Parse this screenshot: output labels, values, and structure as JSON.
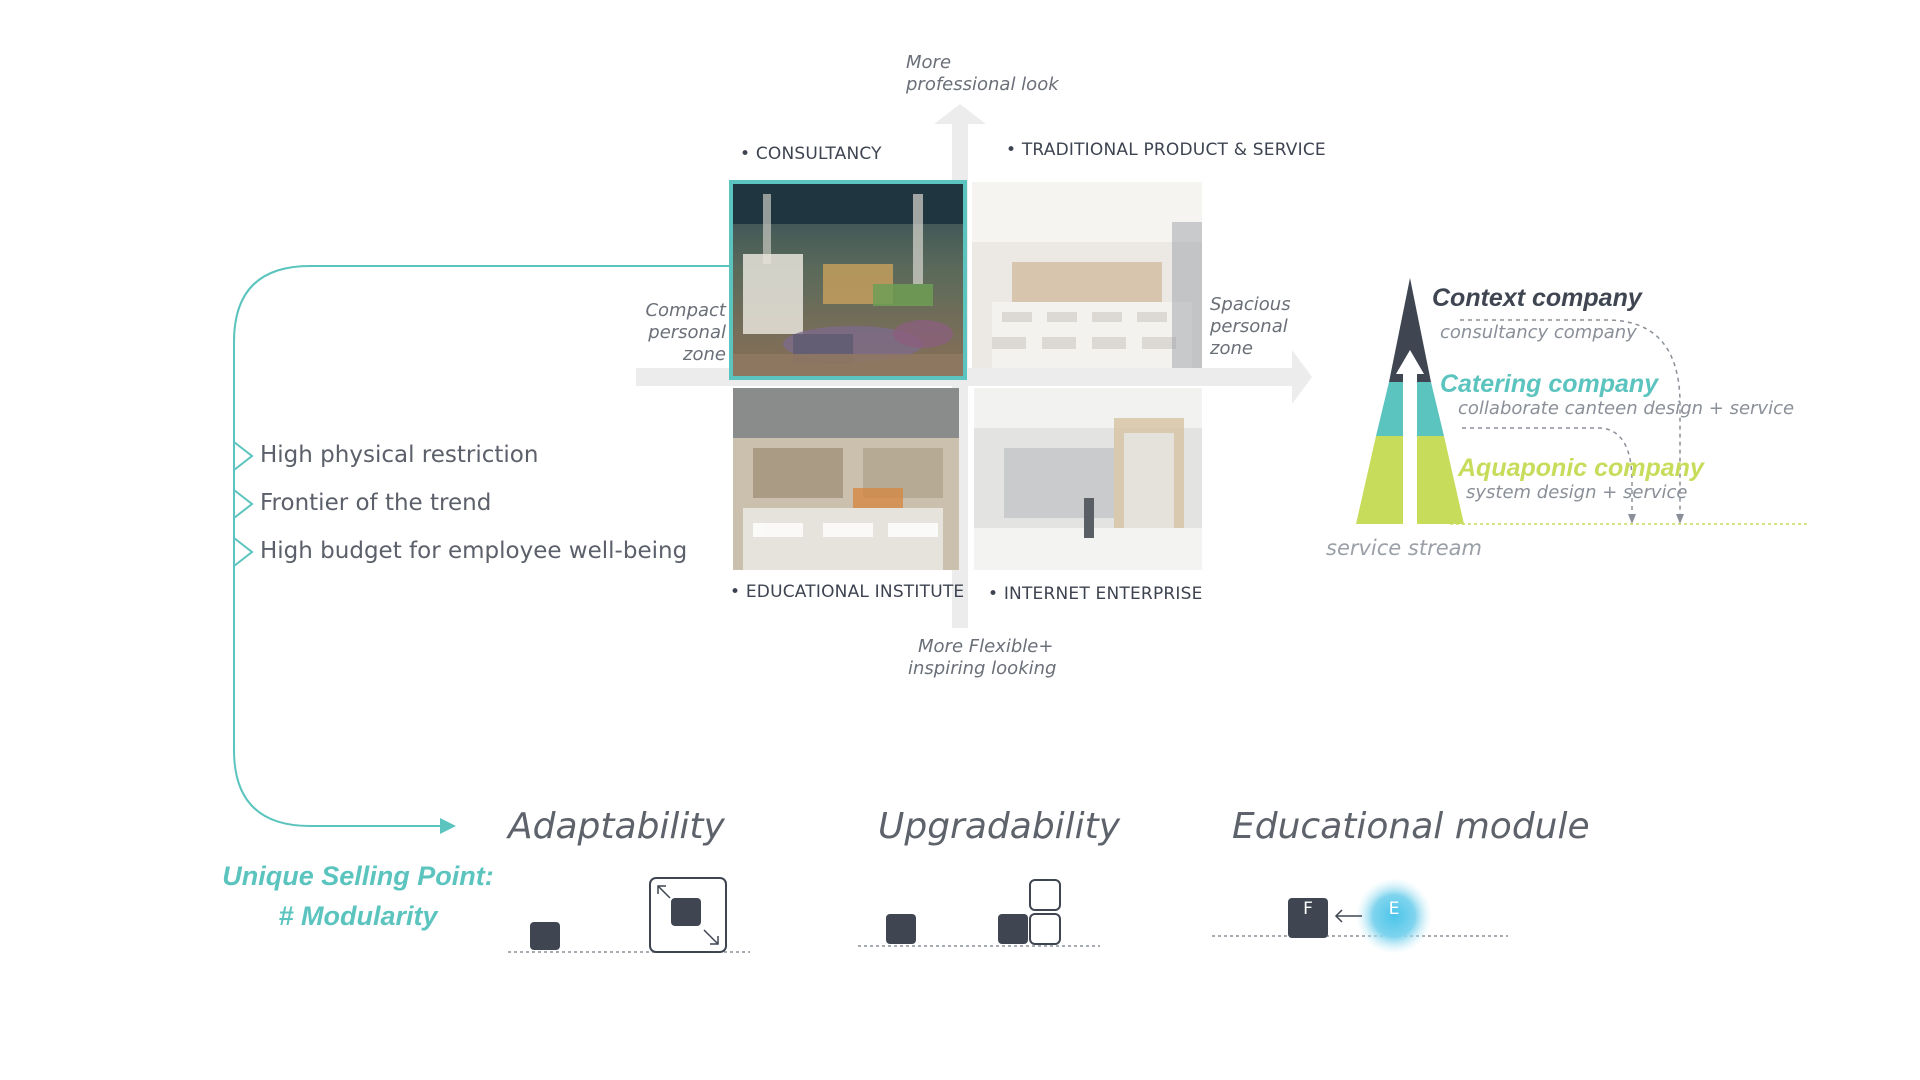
{
  "axes": {
    "top": [
      "More",
      "professional look"
    ],
    "bottom": [
      "More Flexible+",
      "inspiring  looking"
    ],
    "left": [
      "Compact",
      "personal",
      "zone"
    ],
    "right": [
      "Spacious",
      "personal",
      "zone"
    ]
  },
  "quadrants": {
    "top_left": "• CONSULTANCY",
    "top_right": "• TRADITIONAL PRODUCT & SERVICE",
    "bottom_left": "• EDUCATIONAL INSTITUTE",
    "bottom_right": "• INTERNET ENTERPRISE"
  },
  "features": [
    "High physical restriction",
    "Frontier of the trend",
    "High budget for employee well-being"
  ],
  "usp": {
    "line1": "Unique Selling Point:",
    "line2": "# Modularity"
  },
  "modules": {
    "adaptability": "Adaptability",
    "upgradability": "Upgradability",
    "educational": "Educational module",
    "f_label": "F",
    "e_label": "E"
  },
  "pyramid": {
    "levels": [
      {
        "title": "Context company",
        "subtitle": "consultancy company",
        "color": "#3f4652"
      },
      {
        "title": "Catering company",
        "subtitle": "collaborate canteen design + service",
        "color": "#5bc4be"
      },
      {
        "title": "Aquaponic company",
        "subtitle": "system design + service",
        "color": "#c8dc5c"
      }
    ],
    "stream_label": "service stream"
  },
  "colors": {
    "teal": "#5bc4be",
    "dark": "#3f4652",
    "lime": "#c8dc5c",
    "axis": "#ececec"
  }
}
